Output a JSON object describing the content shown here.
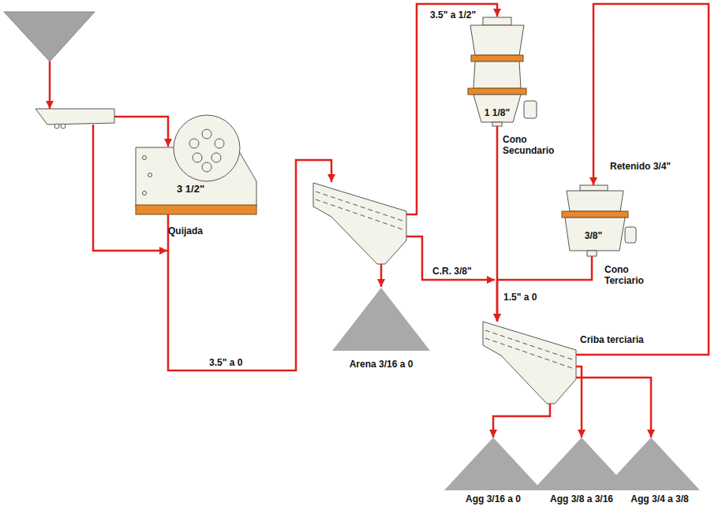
{
  "diagram": {
    "nodes": [
      {
        "text": [
          "3 1/2\"",
          "Quijada"
        ]
      },
      {
        "text": [
          "Arena 3/16 a 0"
        ]
      },
      {
        "text": [
          "1 1/8\"",
          "Cono Secundario"
        ]
      },
      {
        "text": [
          "3/8\"",
          "Cono Terciario"
        ]
      },
      {
        "text": [
          "Criba terciaria"
        ]
      },
      {
        "text": [
          "Agg 3/16 a 0"
        ]
      },
      {
        "text": [
          "Agg 3/8 a 3/16"
        ]
      },
      {
        "text": [
          "Agg 3/4 a 3/8"
        ]
      }
    ],
    "edges": [
      {
        "from": 2,
        "to": 4,
        "arrow": "to"
      },
      {
        "from": 3,
        "to": 4,
        "arrow": "to"
      },
      {
        "from": 4,
        "to": 3,
        "label": "Retenido 3/4\"",
        "arrow": "to"
      },
      {
        "from": 4,
        "to": 5,
        "arrow": "to"
      },
      {
        "from": 4,
        "to": 6,
        "arrow": "to"
      },
      {
        "from": 4,
        "to": 7,
        "arrow": "to"
      }
    ],
    "labels": [
      "3.5\" a 0",
      "3.5\" a 1/2\"",
      "C.R. 3/8\"",
      "1.5\" a 0"
    ]
  }
}
